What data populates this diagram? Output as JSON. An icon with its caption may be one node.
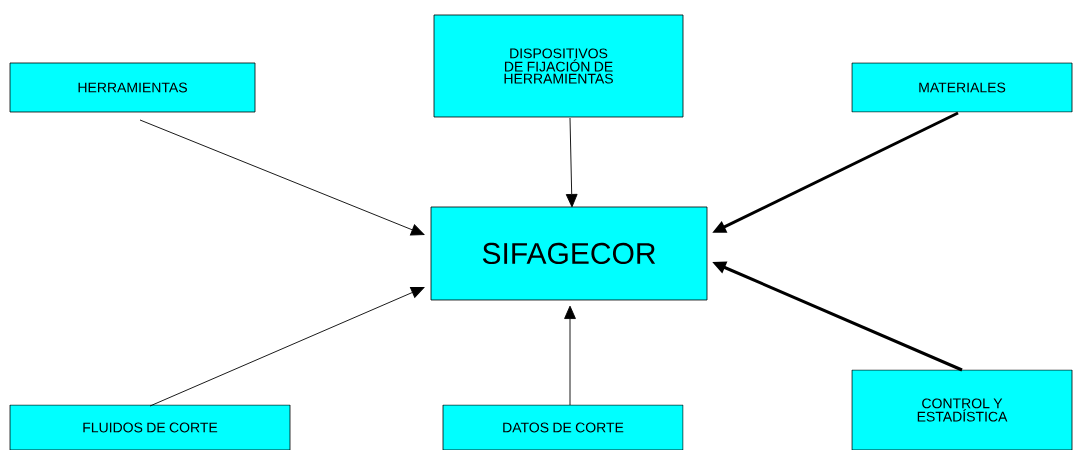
{
  "diagram": {
    "nodes": [
      {
        "text": [
          "HERRAMIENTAS"
        ]
      },
      {
        "text": [
          "DISPOSITIVOS DE FIJACIÓN DE HERRAMIENTAS"
        ]
      },
      {
        "text": [
          "MATERIALES"
        ]
      },
      {
        "text": [
          "SIFAGECOR"
        ]
      },
      {
        "text": [
          "FLUIDOS DE CORTE"
        ]
      },
      {
        "text": [
          "DATOS DE CORTE"
        ]
      },
      {
        "text": [
          "CONTROL Y ESTADÍSTICA"
        ]
      }
    ],
    "edges": [
      {
        "from": 0,
        "to": 3,
        "arrow": "to"
      },
      {
        "from": 1,
        "to": 3,
        "arrow": "to"
      },
      {
        "from": 2,
        "to": 3,
        "arrow": "to",
        "style": "thick"
      },
      {
        "from": 4,
        "to": 3,
        "arrow": "to"
      },
      {
        "from": 5,
        "to": 3,
        "arrow": "to"
      },
      {
        "from": 6,
        "to": 3,
        "arrow": "to",
        "style": "thick"
      }
    ]
  }
}
